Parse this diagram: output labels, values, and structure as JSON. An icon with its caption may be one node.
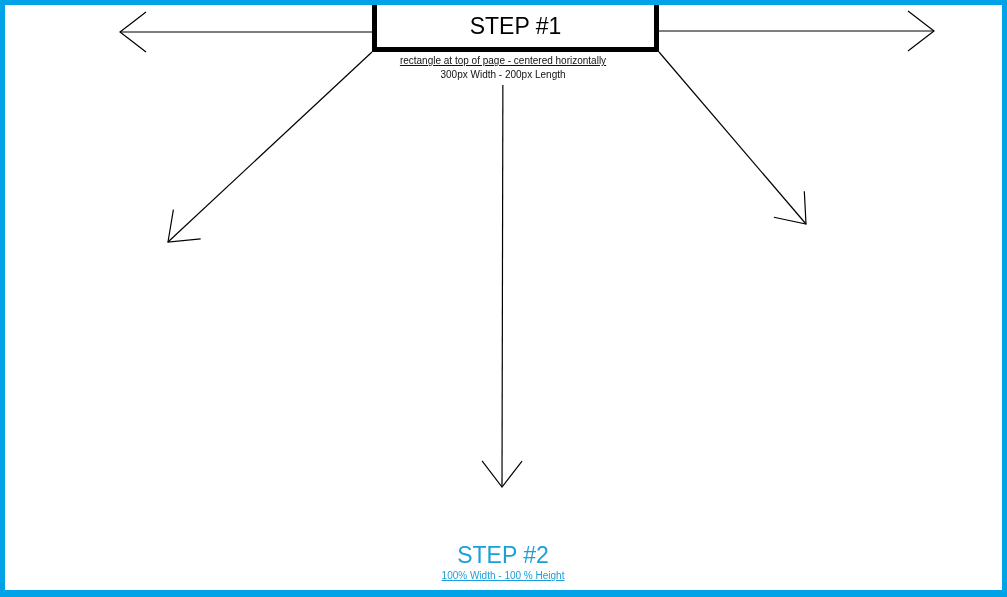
{
  "diagram": {
    "nodes": [
      {
        "text": [
          "STEP #2",
          "100% Width - 100 % Height"
        ]
      },
      {
        "text": [
          "STEP #1"
        ],
        "in": 0,
        "beside": [
          "rectangle at top of page - centered horizontally",
          "300px Width - 200px Length"
        ]
      }
    ],
    "edges": [
      {
        "from": 1,
        "to": null,
        "arrow": "to"
      },
      {
        "from": 1,
        "to": null,
        "arrow": "to"
      },
      {
        "from": 1,
        "to": null,
        "arrow": "to"
      },
      {
        "from": 1,
        "to": null,
        "arrow": "to"
      },
      {
        "from": 1,
        "to": null,
        "arrow": "to"
      }
    ]
  }
}
